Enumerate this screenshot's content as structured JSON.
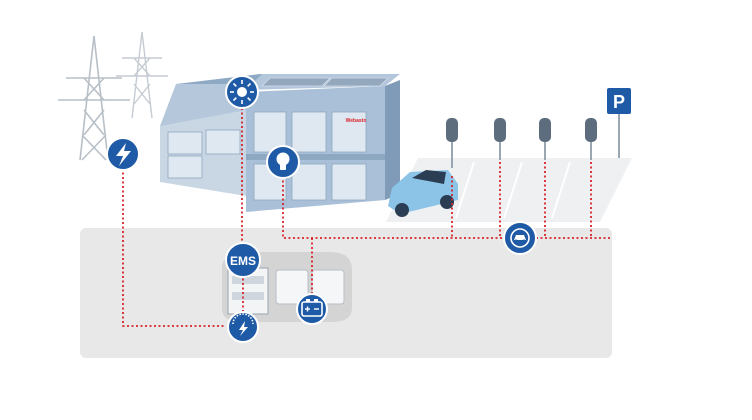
{
  "diagram": {
    "ems_label": "EMS",
    "brand_label": "Webasto",
    "parking_sign": "P",
    "nodes": [
      {
        "id": "grid",
        "icon": "lightning-icon"
      },
      {
        "id": "solar",
        "icon": "sun-icon"
      },
      {
        "id": "lighting",
        "icon": "light-bulb-icon"
      },
      {
        "id": "ev-charging",
        "icon": "ev-charging-icon"
      },
      {
        "id": "battery",
        "icon": "battery-icon"
      },
      {
        "id": "meter",
        "icon": "meter-icon"
      }
    ],
    "colors": {
      "accent": "#1f5aa6",
      "connection": "#d8232a",
      "ground": "#e8e8e8",
      "building": "#a9c0d8",
      "car": "#8cc4e8"
    }
  }
}
